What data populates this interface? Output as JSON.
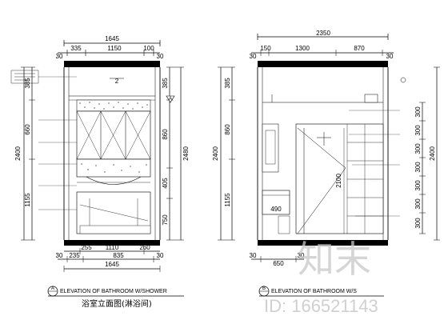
{
  "left_elevation": {
    "top_total": "1645",
    "top_segments": [
      "30",
      "335",
      "1150",
      "100",
      "30"
    ],
    "left_segments": [
      "385",
      "660",
      "1155"
    ],
    "left_total": "2400",
    "right_segments": [
      "385",
      "860",
      "405",
      "750"
    ],
    "right_total": "2480",
    "bottom_segments_1": [
      "255",
      "1110",
      "260"
    ],
    "bottom_segments_2": [
      "30",
      "235",
      "835",
      "30"
    ],
    "bottom_total": "1645",
    "tag_a": "A",
    "tag_2": "2",
    "caption_marker": "A",
    "caption_en": "ELEVATION OF BATHROOM W/SHOWER",
    "caption_cn": "浴室立面图(淋浴间)"
  },
  "right_elevation": {
    "top_total": "2350",
    "top_segments": [
      "30",
      "150",
      "1300",
      "870",
      "30"
    ],
    "left_segments": [
      "385",
      "860",
      "1155"
    ],
    "left_total": "2400",
    "right_segments": [
      "300",
      "300",
      "300",
      "300",
      "300",
      "300",
      "300"
    ],
    "right_total": "2400",
    "inner_2100": "2100",
    "inner_490": "490",
    "bottom_segments": [
      "30",
      "650",
      "30"
    ],
    "caption_marker": "B",
    "caption_en": "ELEVATION OF BATHROOM W/S"
  },
  "watermark": {
    "logo_text": "知末",
    "id_text": "ID: 166521143"
  }
}
